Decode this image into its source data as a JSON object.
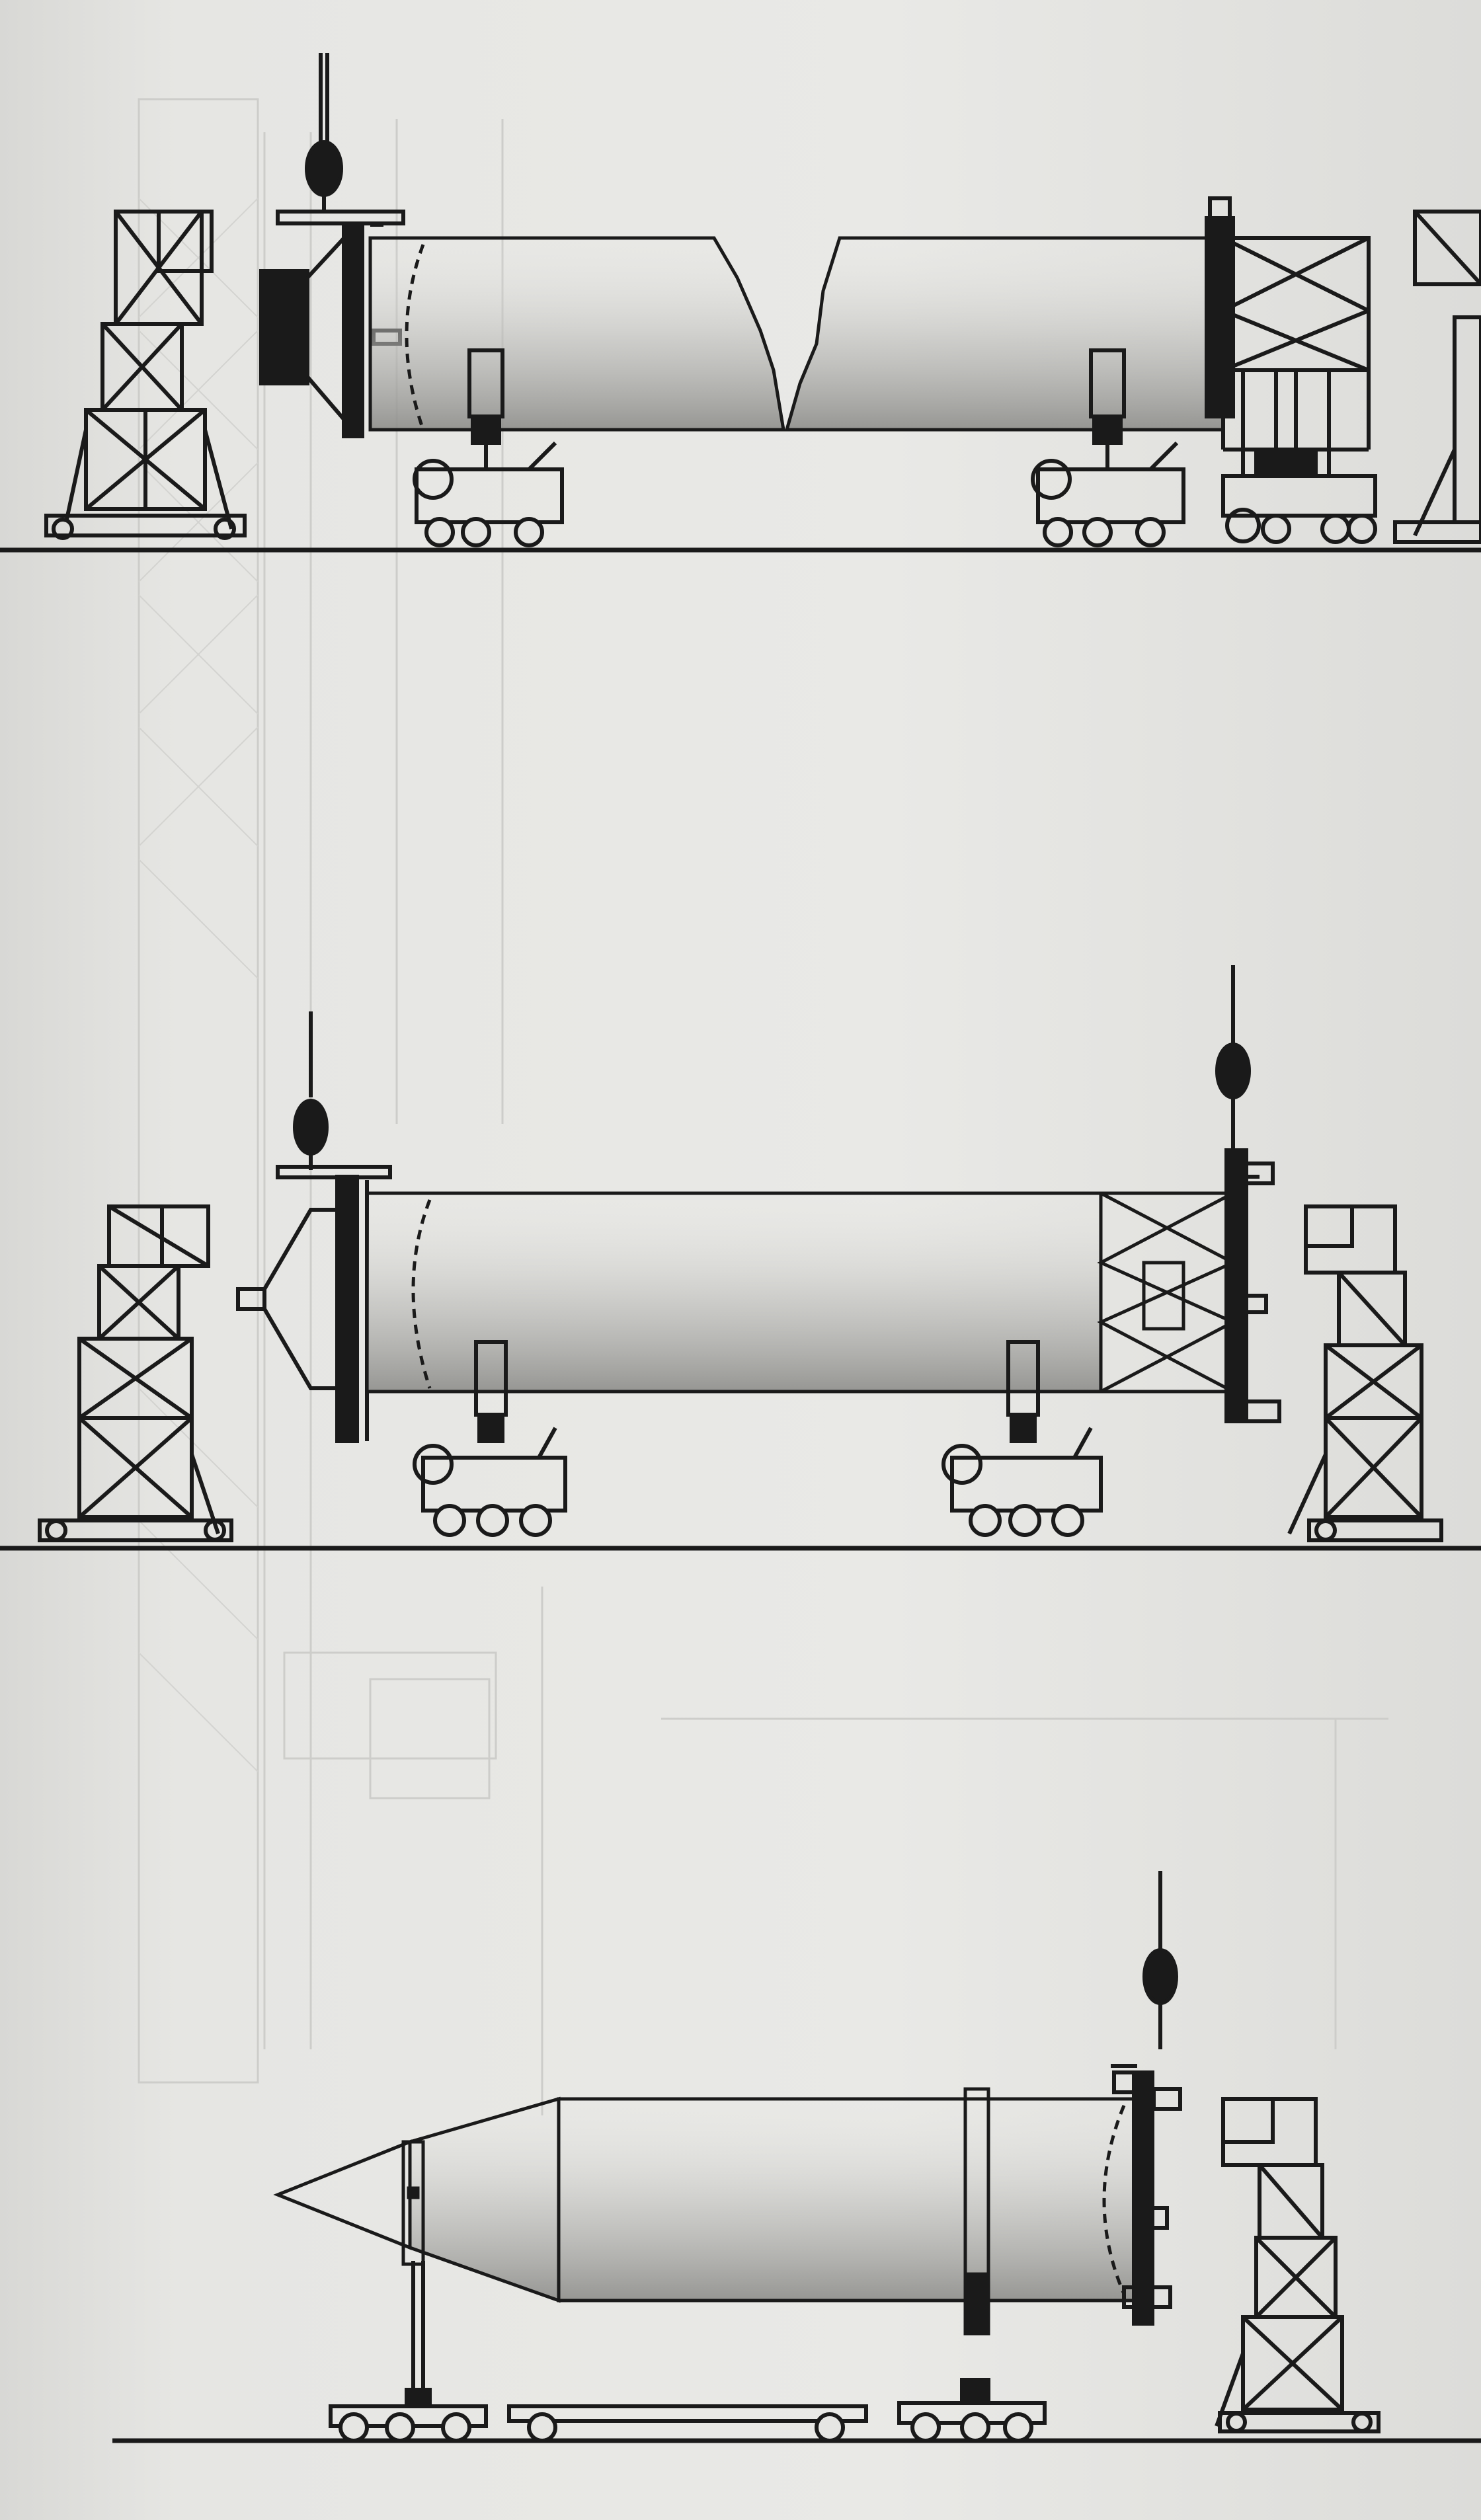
{
  "figure": {
    "panels": [
      {
        "id": "top",
        "description_label": ""
      },
      {
        "id": "middle",
        "description_label": ""
      },
      {
        "id": "bottom",
        "description_label": ""
      }
    ]
  },
  "colors": {
    "ink": "#1a1a1a",
    "paper": "#e6e6e3",
    "shade": "#9a9a98",
    "ghost": "#c9c9c6"
  },
  "icons": [
    "crane-tower-icon",
    "transport-cart-icon",
    "lifting-hook-icon",
    "rocket-stage-icon",
    "nose-cone-icon"
  ]
}
